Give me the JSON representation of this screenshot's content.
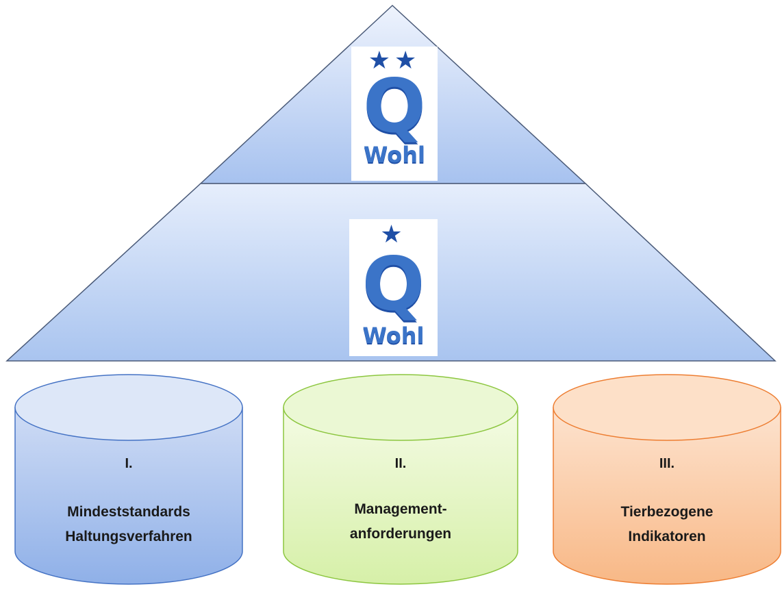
{
  "top_tier": {
    "stars": "★★",
    "letter": "Q",
    "word": "Wohl"
  },
  "bottom_tier": {
    "stars": "★",
    "letter": "Q",
    "word": "Wohl"
  },
  "pillars": [
    {
      "numeral": "I.",
      "line1": "Mindeststandards",
      "line2": "Haltungsverfahren",
      "fill": "#a9c4ef",
      "stroke": "#4472c4"
    },
    {
      "numeral": "II.",
      "line1": "Management-",
      "line2": "anforderungen",
      "fill": "#dff5b8",
      "stroke": "#8cc63f"
    },
    {
      "numeral": "III.",
      "line1": "Tierbezogene",
      "line2": "Indikatoren",
      "fill": "#fbc8a0",
      "stroke": "#ed7d31"
    }
  ],
  "colors": {
    "pyramid_top": "#eef3fd",
    "pyramid_bottom": "#a9c4ef",
    "pyramid_stroke": "#4a5a78",
    "logo_blue": "#3b74c8"
  }
}
